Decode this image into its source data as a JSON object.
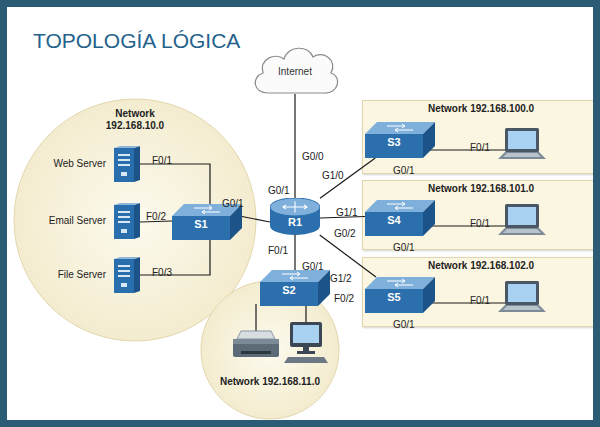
{
  "diagram": {
    "title": "TOPOLOGÍA LÓGICA",
    "nodes": [
      {
        "text": [
          "Internet"
        ]
      },
      {
        "text": [
          "Network 192.168.10.0"
        ]
      },
      {
        "text": [
          "Web Server"
        ],
        "in": 1
      },
      {
        "text": [
          "Email Server"
        ],
        "in": 1
      },
      {
        "text": [
          "File Server"
        ],
        "in": 1
      },
      {
        "text": [
          "S1"
        ],
        "in": 1
      },
      {
        "text": [
          "Network 192.168.100.0"
        ]
      },
      {
        "text": [
          "S3"
        ],
        "in": 6
      },
      {
        "text": [
          "R1"
        ]
      },
      {
        "text": [
          "Network 192.168.101.0"
        ]
      },
      {
        "text": [
          "S4"
        ],
        "in": 9
      },
      {
        "text": [
          "Network 192.168.102.0"
        ]
      },
      {
        "text": [
          "S5"
        ],
        "in": 11
      },
      {
        "text": [
          "S2"
        ]
      },
      {
        "text": [
          "Network 192.168.11.0"
        ]
      }
    ],
    "edges": [
      {
        "from": 0,
        "to": 8,
        "arrow": "none"
      },
      {
        "from": 8,
        "to": 5,
        "arrow": "none"
      },
      {
        "from": 8,
        "to": 7,
        "arrow": "none"
      },
      {
        "from": 8,
        "to": 10,
        "arrow": "none"
      },
      {
        "from": 8,
        "to": 12,
        "arrow": "none"
      },
      {
        "from": 8,
        "to": 13,
        "arrow": "none"
      },
      {
        "from": 2,
        "to": 5,
        "arrow": "none"
      },
      {
        "from": 3,
        "to": 5,
        "arrow": "none"
      },
      {
        "from": 4,
        "to": 5,
        "arrow": "none"
      }
    ],
    "labels": [
      "G0/0",
      "F0/1",
      "G1/0",
      "F0/1",
      "G0/1",
      "G0/1",
      "G0/1",
      "G1/1",
      "F0/2",
      "G0/2",
      "F0/1",
      "G0/1",
      "F0/1",
      "G0/1",
      "F0/3",
      "G1/2",
      "F0/2",
      "F0/1",
      "G0/1"
    ]
  }
}
